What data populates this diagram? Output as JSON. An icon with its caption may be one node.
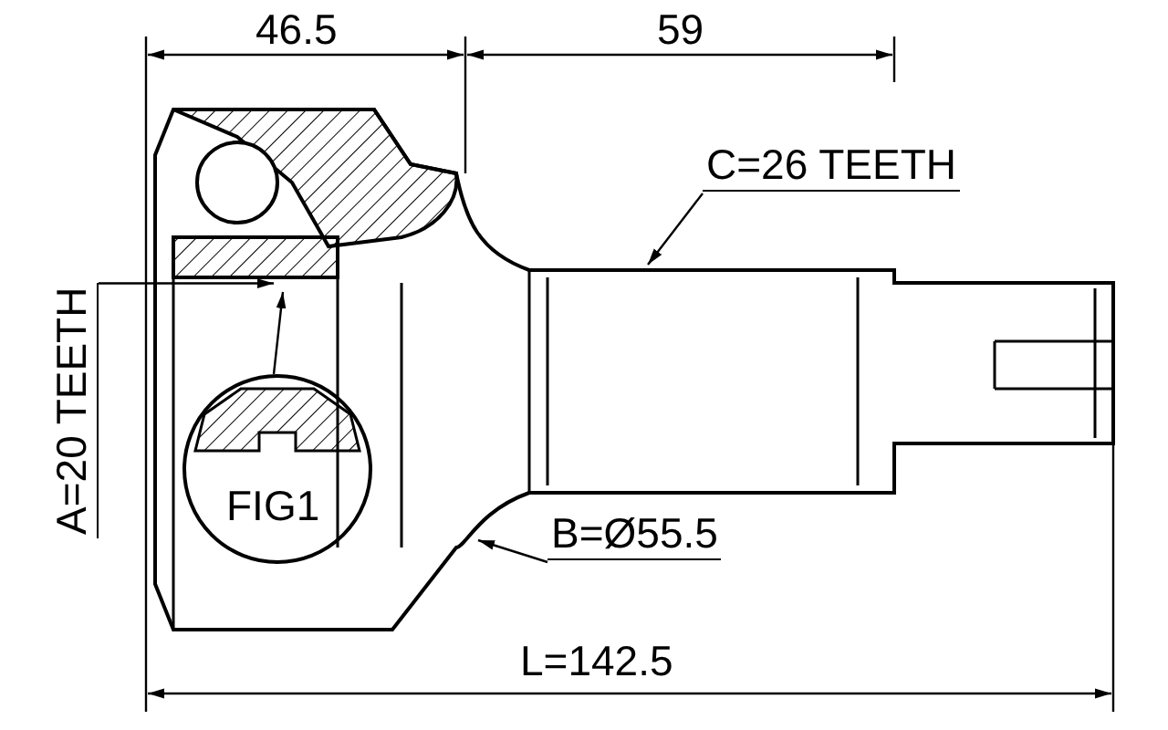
{
  "diagram": {
    "nodes": [
      {
        "text": [
          "C=26 TEETH"
        ]
      },
      {
        "text": [
          "B=Ø55.5"
        ]
      },
      {
        "text": [
          "A=20 TEETH"
        ]
      },
      {
        "text": [
          "FIG1"
        ]
      }
    ],
    "edges": [
      {
        "from": 0,
        "to": null,
        "arrow": "to"
      },
      {
        "from": 1,
        "to": null,
        "arrow": "to"
      },
      {
        "from": 2,
        "to": null,
        "arrow": "to"
      },
      {
        "from": 3,
        "to": null,
        "arrow": "to"
      }
    ],
    "labels": [
      "46.5",
      "59",
      "L=142.5"
    ]
  }
}
